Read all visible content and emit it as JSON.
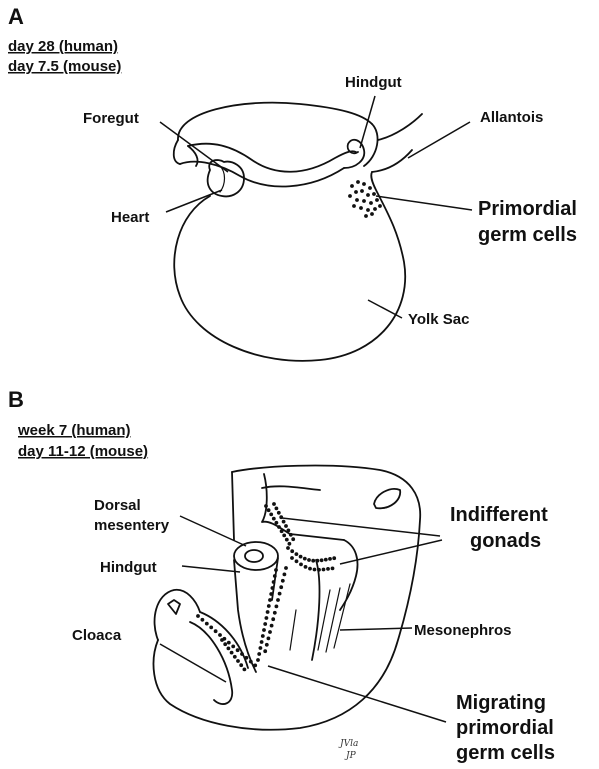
{
  "panel_a": {
    "letter": "A",
    "stage_line1": "day 28 (human)",
    "stage_line2": "day 7.5 (mouse)",
    "labels": {
      "hindgut": "Hindgut",
      "foregut": "Foregut",
      "allantois": "Allantois",
      "heart": "Heart",
      "pgc_line1": "Primordial",
      "pgc_line2": "germ cells",
      "yolk_sac": "Yolk Sac"
    }
  },
  "panel_b": {
    "letter": "B",
    "stage_line1": "week 7 (human)",
    "stage_line2": "day 11-12 (mouse)",
    "labels": {
      "dorsal_line1": "Dorsal",
      "dorsal_line2": "mesentery",
      "hindgut": "Hindgut",
      "gonads_line1": "Indifferent",
      "gonads_line2": "gonads",
      "cloaca": "Cloaca",
      "mesonephros": "Mesonephros",
      "migrating_line1": "Migrating",
      "migrating_line2": "primordial",
      "migrating_line3": "germ cells"
    },
    "signature_line1": "JVla",
    "signature_line2": "JP"
  }
}
